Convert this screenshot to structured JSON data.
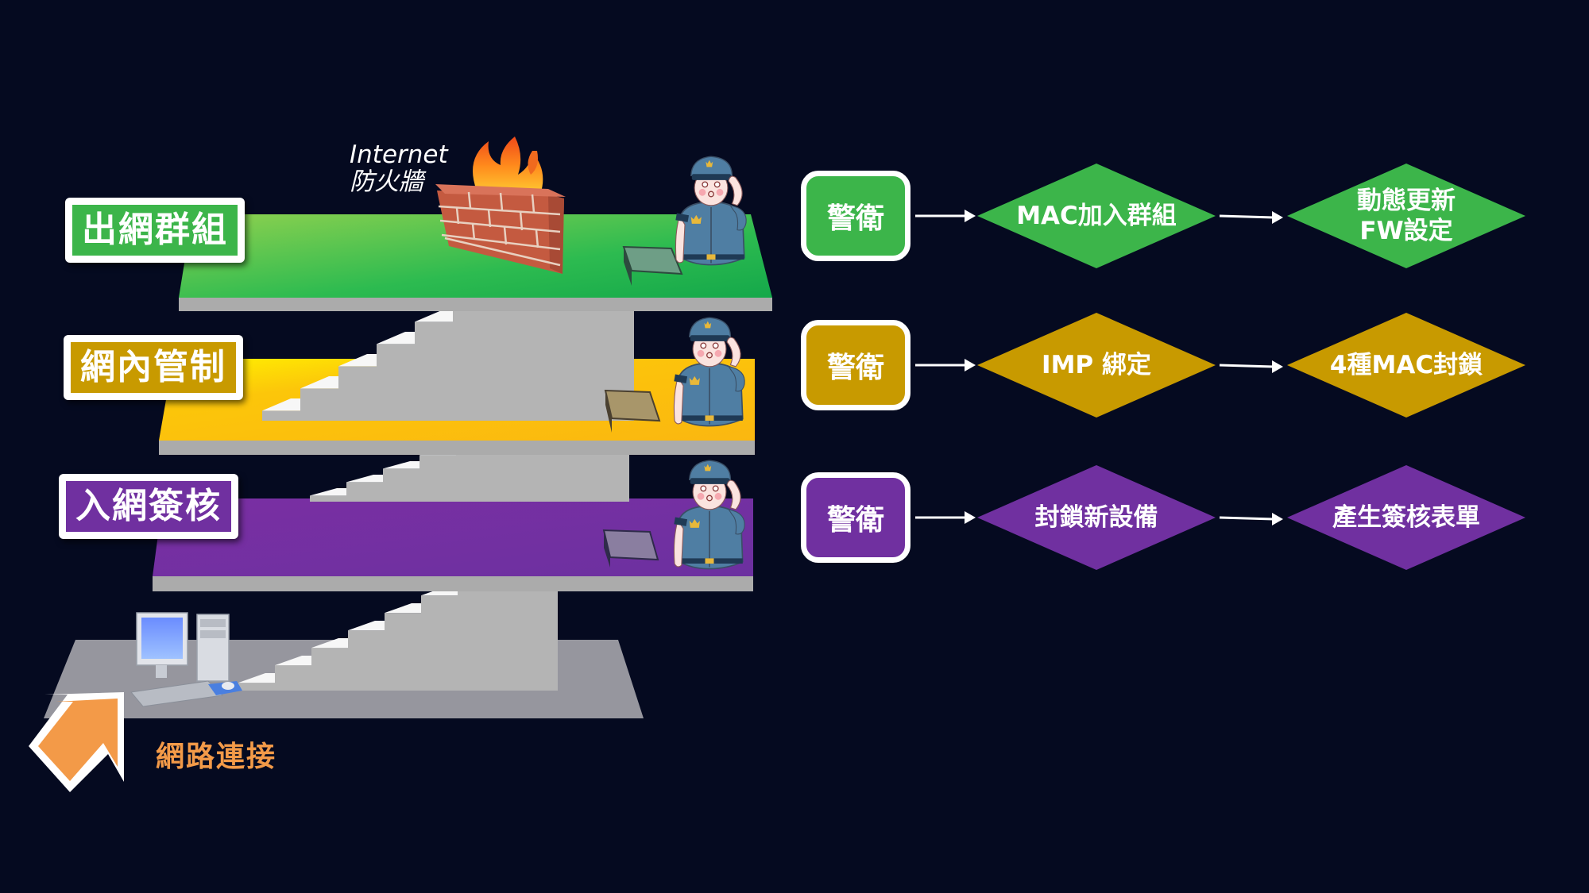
{
  "colors": {
    "background": "#050a20",
    "green": "#3cb54a",
    "gold": "#c89a00",
    "purple": "#7030a0",
    "gray_floor": "#96969e",
    "orange_arrow": "#f39a48"
  },
  "layers": [
    {
      "key": "outbound",
      "label": "出網群組",
      "color": "#3cb54a",
      "flow": {
        "guard": "警衛",
        "steps": [
          "MAC加入群組",
          "動態更新\nFW設定"
        ]
      }
    },
    {
      "key": "internal",
      "label": "網內管制",
      "color": "#c89a00",
      "flow": {
        "guard": "警衛",
        "steps": [
          "IMP 綁定",
          "4種MAC封鎖"
        ]
      }
    },
    {
      "key": "admission",
      "label": "入網簽核",
      "color": "#7030a0",
      "flow": {
        "guard": "警衛",
        "steps": [
          "封鎖新設備",
          "產生簽核表單"
        ]
      }
    }
  ],
  "firewall": {
    "line1": "Internet",
    "line2": "防火牆",
    "icon": "firewall-icon"
  },
  "base": {
    "caption": "網路連接",
    "icon": "computer-icon",
    "arrow_icon": "arrow-up-right-icon"
  },
  "guard_icon": "policeman-icon",
  "terminal_icon": "terminal-box-icon",
  "stairs_icon": "staircase-icon"
}
